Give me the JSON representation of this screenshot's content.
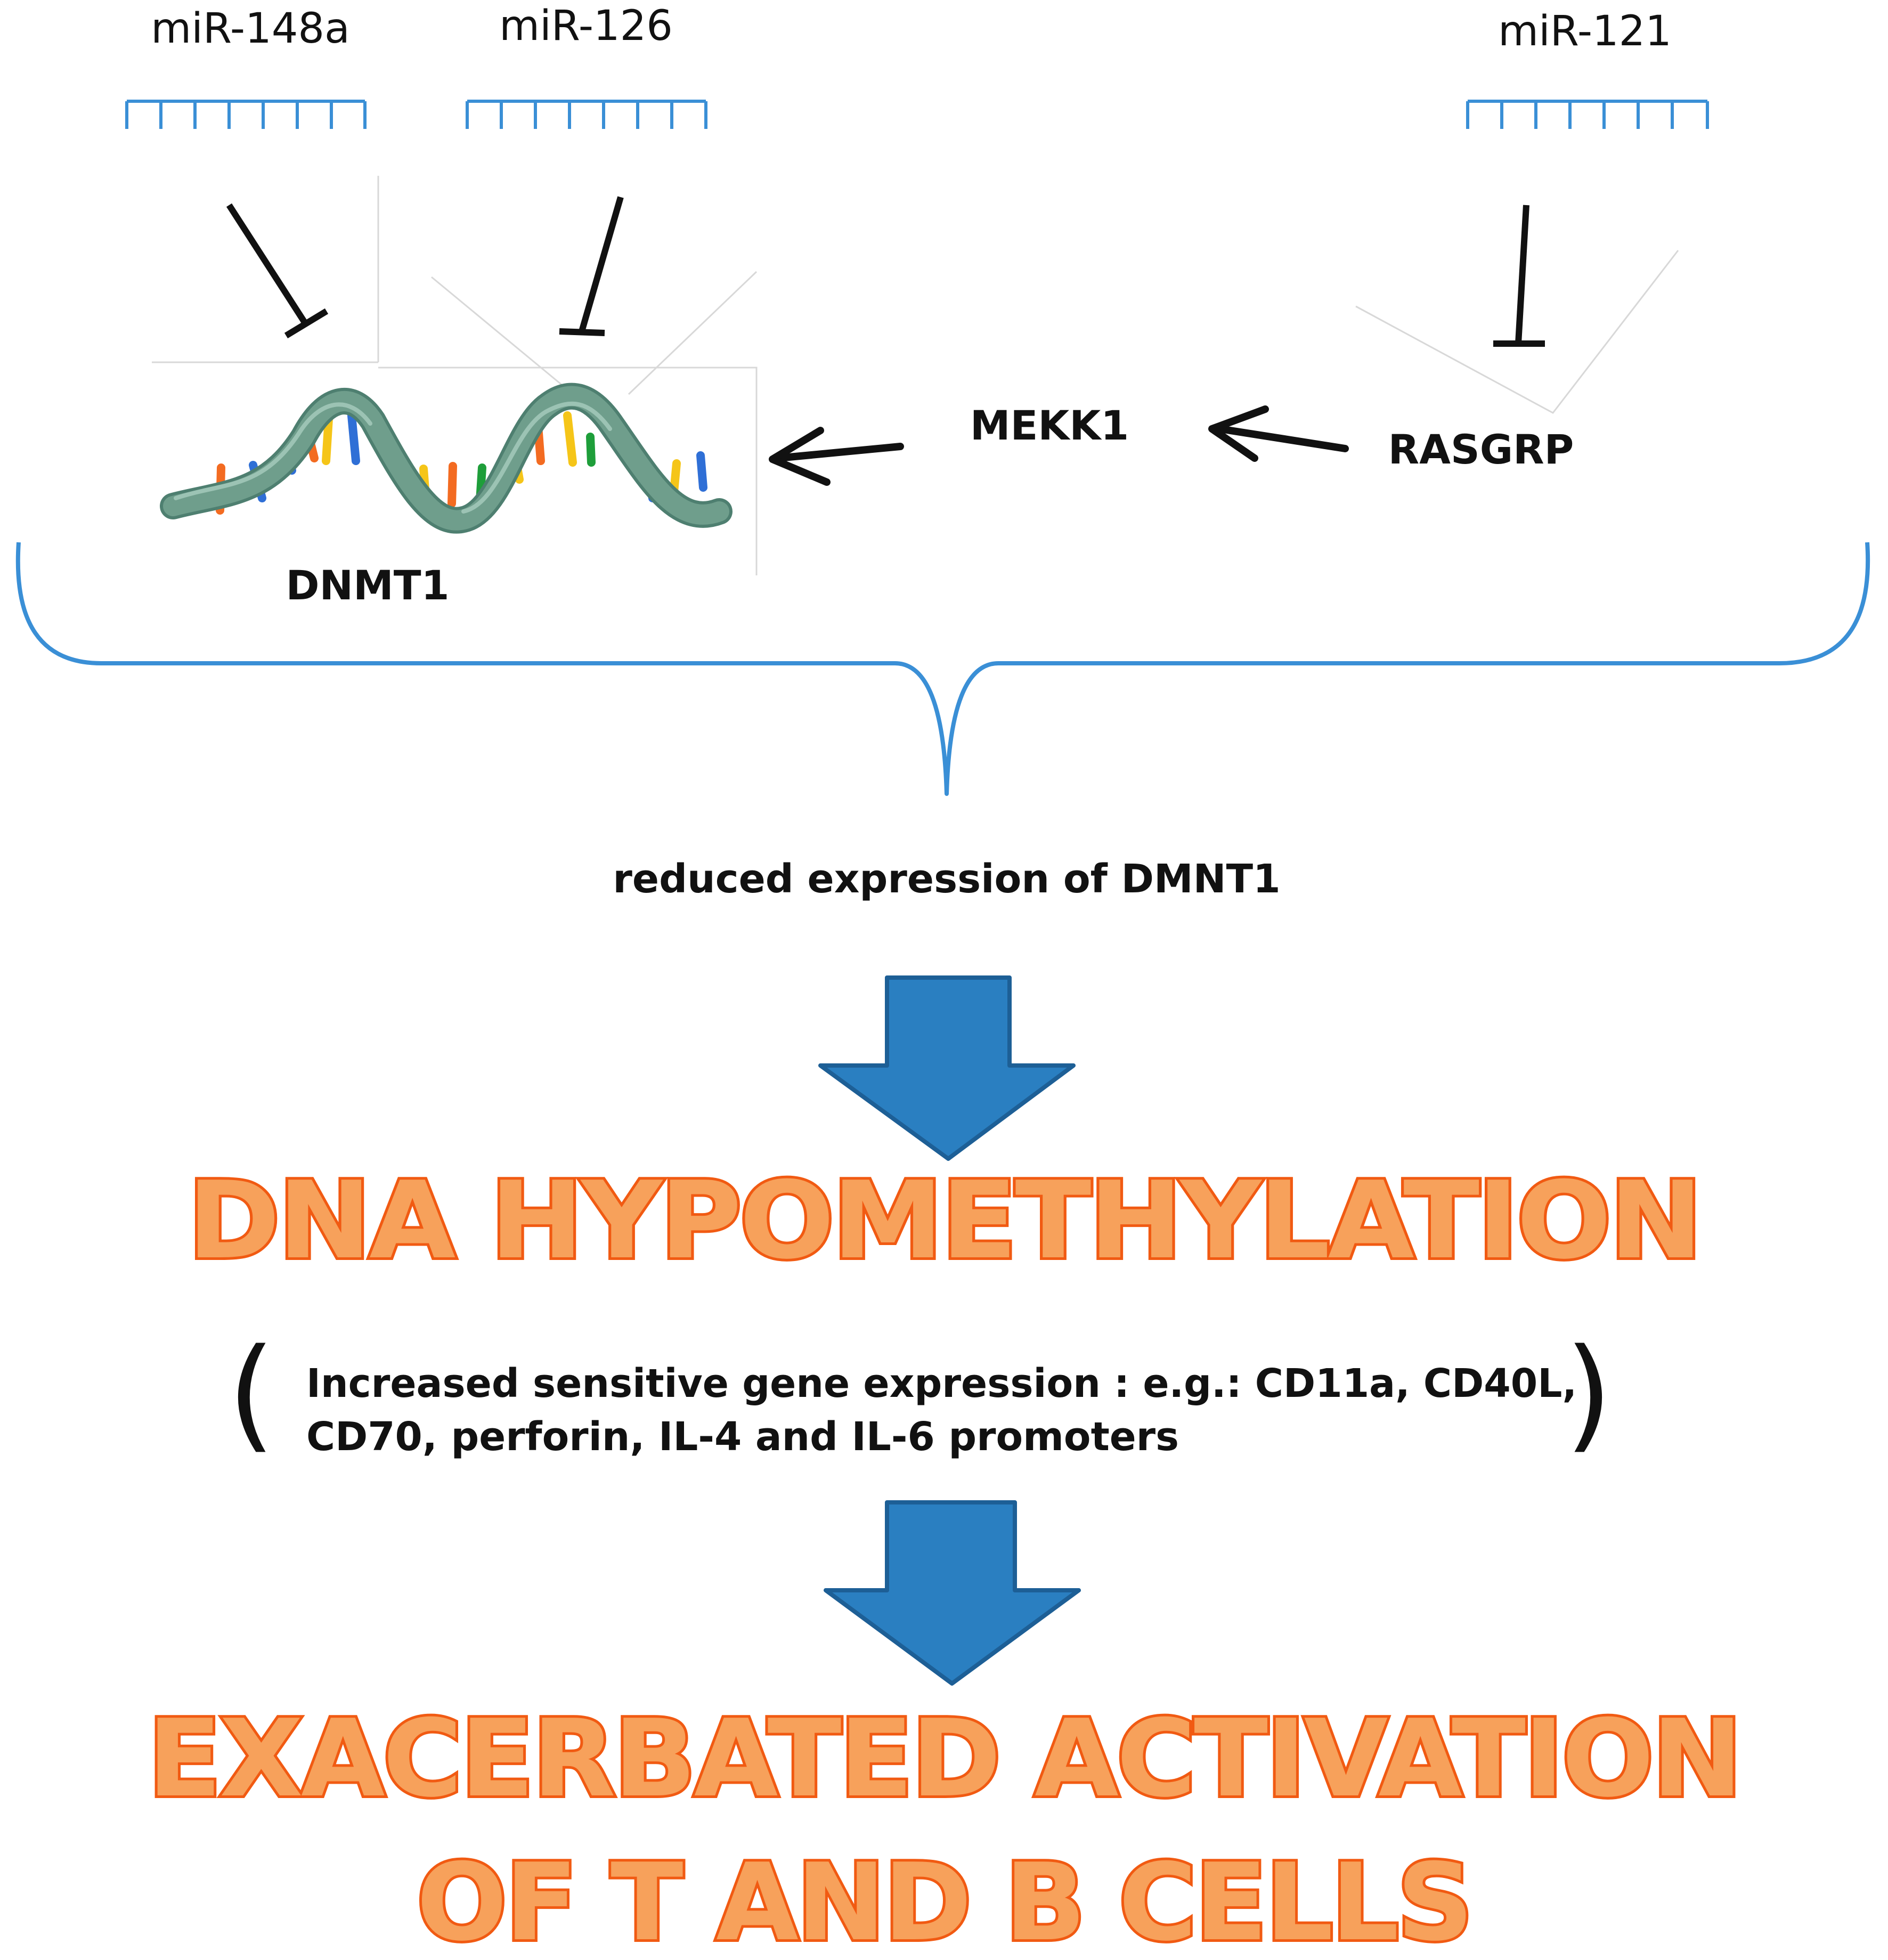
{
  "mirnas": {
    "mir148a": "miR-148a",
    "mir126": "miR-126",
    "mir121": "miR-121"
  },
  "genes": {
    "dnmt1": "DNMT1",
    "mekk1": "MEKK1",
    "rasgrp": "RASGRP"
  },
  "reduced_label": "reduced expression of DMNT1",
  "hypomethylation": "DNA HYPOMETHYLATION",
  "sensitive_genes": {
    "line1": "Increased sensitive gene expression : e.g.: CD11a, CD40L,",
    "line2": "CD70, perforin, IL-4 and IL-6 promoters",
    "open_paren": "(",
    "close_paren": ")"
  },
  "outcome": {
    "line1": "EXACERBATED ACTIVATION",
    "line2": "OF T AND B CELLS"
  },
  "colors": {
    "mirna_bracket": "#3a8fd6",
    "brace": "#3a8fd6",
    "flow_arrow": "#2a7fc1",
    "flow_arrow_stroke": "#1d5f96",
    "outcome_fill": "#f7a15b",
    "outcome_stroke": "#f15a12",
    "dna_backbone": "#6f9e8c"
  }
}
